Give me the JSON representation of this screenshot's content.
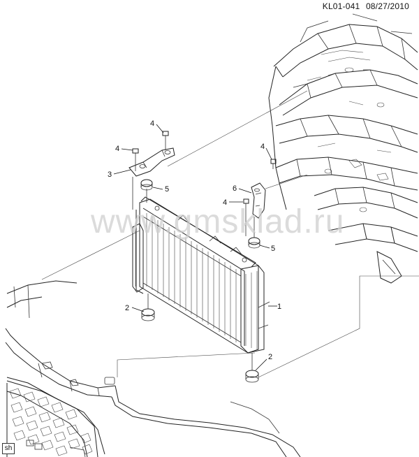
{
  "header": {
    "code": "KL01-041",
    "date": "08/27/2010"
  },
  "watermark": "www.gmsklad.ru",
  "corner_tag": "sh",
  "callouts": {
    "c1": "1",
    "c2a": "2",
    "c2b": "2",
    "c3": "3",
    "c4a": "4",
    "c4b": "4",
    "c4c": "4",
    "c4d": "4",
    "c5a": "5",
    "c5b": "5",
    "c6": "6"
  }
}
